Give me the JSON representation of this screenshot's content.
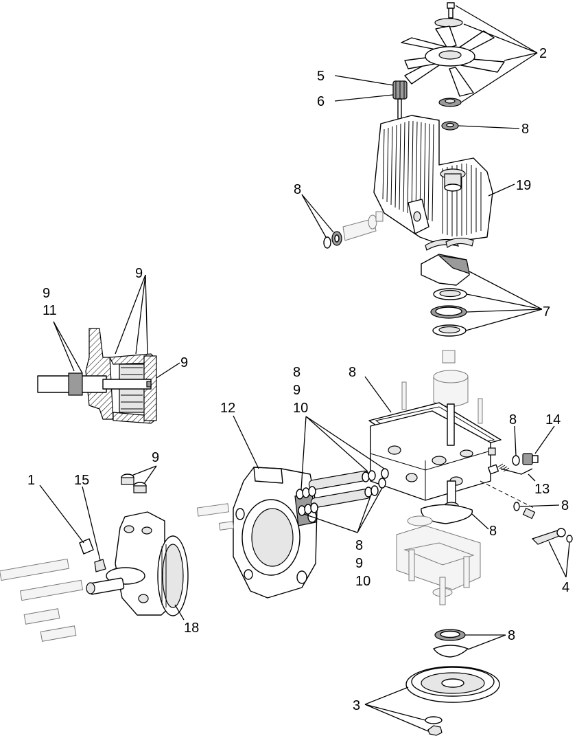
{
  "callouts": {
    "c1": "1",
    "c2": "2",
    "c3": "3",
    "c4": "4",
    "c5": "5",
    "c6": "6",
    "c7": "7",
    "c8_fan_bearing": "8",
    "c8_left_seal": "8",
    "c8_gasket": "8",
    "c8_stack_a": "8",
    "c8_stack_b": "8",
    "c8_oring_valve": "8",
    "c8_oring_side": "8",
    "c8_oring_bottom": "8",
    "c8_bottom_seal": "8",
    "c9_top": "9",
    "c9_left_top": "9",
    "c9_left_right": "9",
    "c9_plugs": "9",
    "c9_stack_a": "9",
    "c9_stack_b": "9",
    "c10_stack_a": "10",
    "c10_stack_b": "10",
    "c11": "11",
    "c12": "12",
    "c13": "13",
    "c14": "14",
    "c15": "15",
    "c18": "18",
    "c19": "19"
  }
}
